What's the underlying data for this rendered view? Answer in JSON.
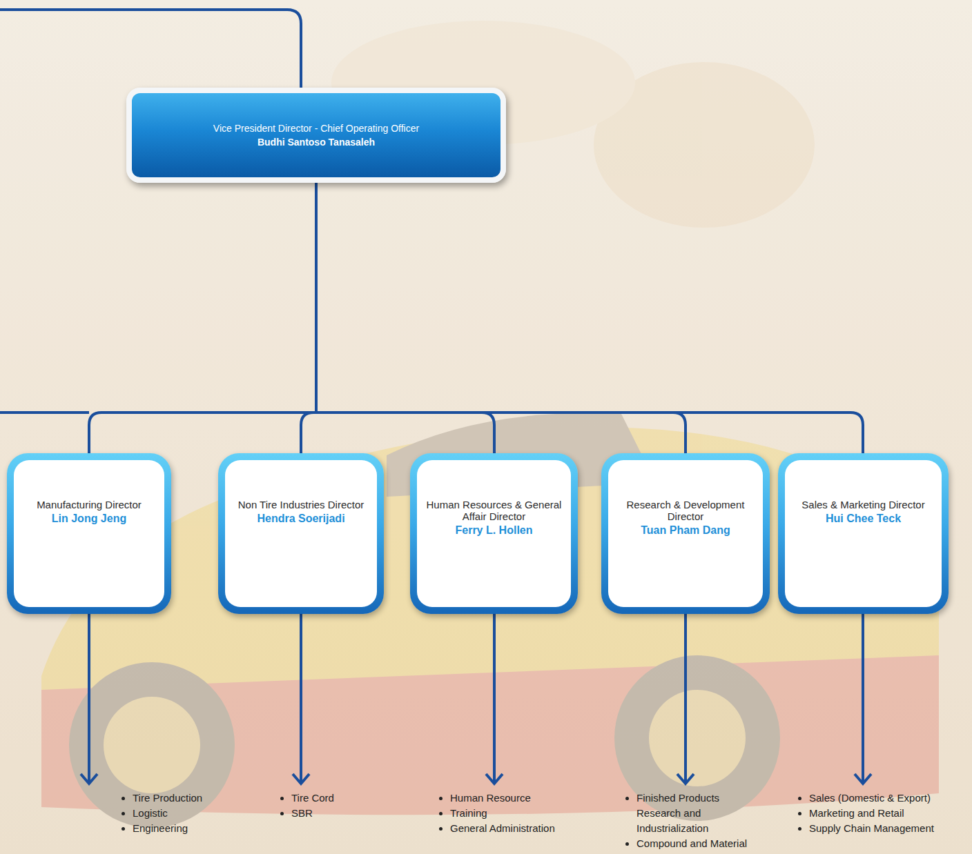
{
  "diagram": {
    "nodes": [
      {
        "text": [
          "Vice President Director - Chief Operating Officer",
          "Budhi Santoso Tanasaleh"
        ]
      },
      {
        "text": [
          "Manufacturing Director",
          "Lin Jong Jeng"
        ]
      },
      {
        "text": [
          "Non Tire Industries Director",
          "Hendra Soerijadi"
        ]
      },
      {
        "text": [
          "Human Resources & General Affair Director",
          "Ferry L. Hollen"
        ]
      },
      {
        "text": [
          "Research & Development Director",
          "Tuan Pham Dang"
        ]
      },
      {
        "text": [
          "Sales & Marketing Director",
          "Hui Chee Teck"
        ]
      }
    ],
    "edges": [
      {
        "from": 0,
        "to": 1,
        "arrow": "none"
      },
      {
        "from": 0,
        "to": 2,
        "arrow": "none"
      },
      {
        "from": 0,
        "to": 3,
        "arrow": "none"
      },
      {
        "from": 0,
        "to": 4,
        "arrow": "none"
      },
      {
        "from": 0,
        "to": 5,
        "arrow": "none"
      }
    ],
    "labels": [
      "Tire Production",
      "Logistic",
      "Engineering",
      "Tire Cord",
      "SBR",
      "Human Resource",
      "Training",
      "General Administration",
      "Finished Products Research and Industrialization",
      "Compound and Material",
      "Sales (Domestic & Export)",
      "Marketing and Retail",
      "Supply Chain Management"
    ]
  }
}
